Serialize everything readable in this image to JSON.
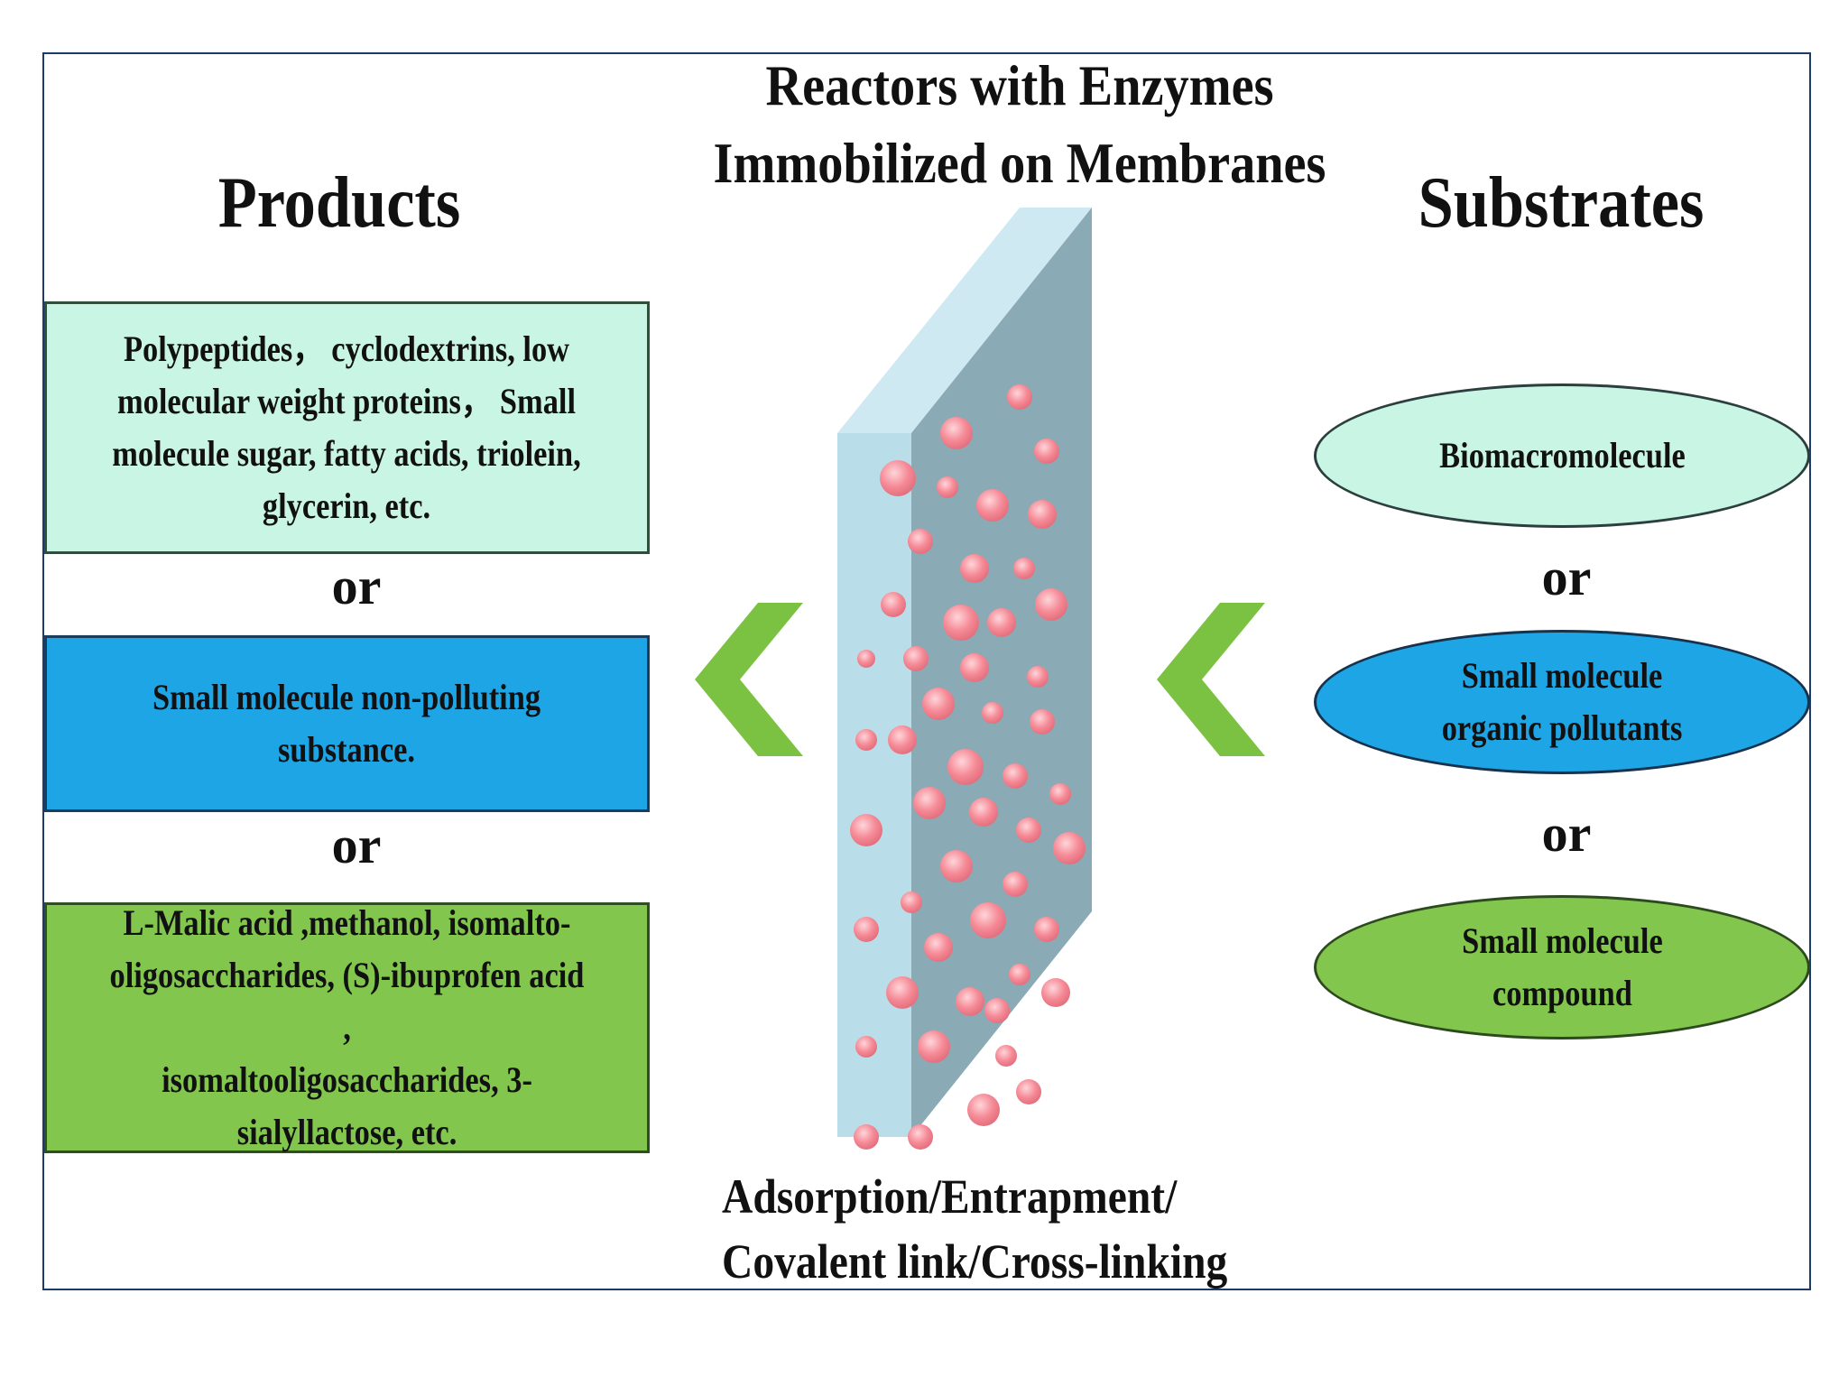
{
  "title": {
    "line1": "Reactors with Enzymes",
    "line2": "Immobilized on Membranes"
  },
  "products": {
    "heading": "Products",
    "items": [
      "Polypeptides， cyclodextrins, low\nmolecular weight proteins，  Small\nmolecule sugar, fatty acids, triolein,\nglycerin, etc.",
      "Small molecule non-polluting\nsubstance.",
      "L-Malic acid ,methanol, isomalto-\noligosaccharides, (S)-ibuprofen acid ,\nisomaltooligosaccharides, 3-\nsialyllactose, etc."
    ],
    "or_label": "or"
  },
  "substrates": {
    "heading": "Substrates",
    "items": [
      "Biomacromolecule",
      "Small molecule\norganic pollutants",
      "Small molecule\ncompound"
    ],
    "or_label": "or"
  },
  "membrane_caption": {
    "line1": "Adsorption/Entrapment/",
    "line2": "Covalent link/Cross-linking"
  },
  "colors": {
    "light_box": "#c9f5e4",
    "blue_box": "#1ea5e6",
    "green_box": "#82c64e",
    "arrow": "#7cc242",
    "membrane_front": "#b9dde9",
    "membrane_side": "#8aaab5",
    "enzyme_dot": "#f58a96"
  }
}
